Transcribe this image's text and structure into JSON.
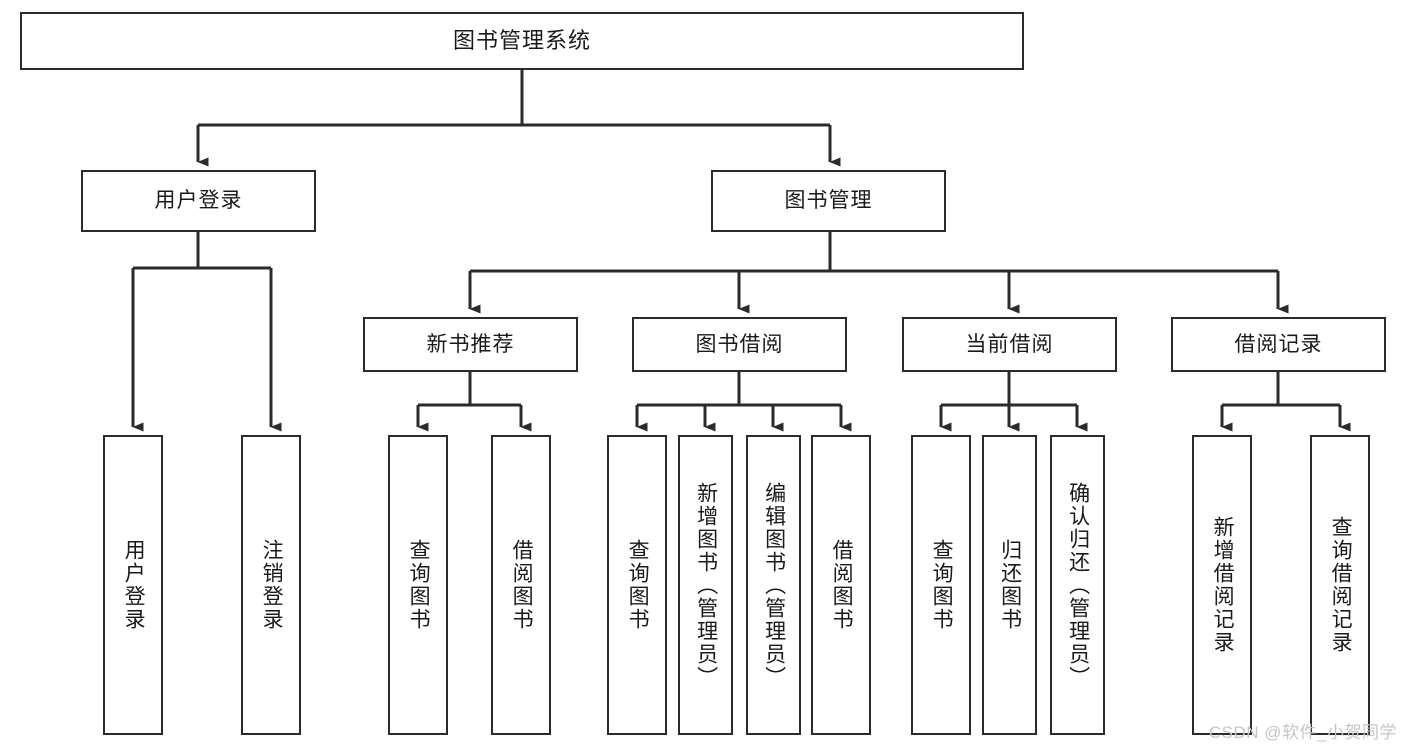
{
  "diagram": {
    "title": "图书管理系统",
    "watermark": "CSDN @软件_小贺同学",
    "colors": {
      "box_border": "#2b2b2b",
      "box_fill": "#ffffff",
      "line": "#2b2b2b",
      "text": "#1a1a1a",
      "watermark": "#c6c6c6",
      "background": "#ffffff"
    },
    "levels": [
      {
        "level": 1,
        "nodes": [
          "图书管理系统"
        ]
      },
      {
        "level": 2,
        "nodes": [
          "用户登录",
          "图书管理"
        ]
      },
      {
        "level": 3,
        "nodes": [
          "新书推荐",
          "图书借阅",
          "当前借阅",
          "借阅记录"
        ]
      },
      {
        "level": 4,
        "nodes": [
          "用户登录",
          "注销登录",
          "查询图书",
          "借阅图书",
          "查询图书",
          "新增图书（管理员）",
          "编辑图书（管理员）",
          "借阅图书",
          "查询图书",
          "归还图书",
          "确认归还（管理员）",
          "新增借阅记录",
          "查询借阅记录"
        ]
      }
    ],
    "nodes": {
      "root": {
        "label": "图书管理系统"
      },
      "user_login": {
        "label": "用户登录"
      },
      "book_manage": {
        "label": "图书管理"
      },
      "new_book_rec": {
        "label": "新书推荐"
      },
      "book_borrow": {
        "label": "图书借阅"
      },
      "current_borrow": {
        "label": "当前借阅"
      },
      "borrow_record": {
        "label": "借阅记录"
      },
      "leaf_user_login": {
        "label": "用户登录"
      },
      "leaf_logout": {
        "label": "注销登录"
      },
      "leaf_query_book_1": {
        "label": "查询图书"
      },
      "leaf_borrow_book_1": {
        "label": "借阅图书"
      },
      "leaf_query_book_2": {
        "label": "查询图书"
      },
      "leaf_add_book_admin": {
        "label": "新增图书（管理员）"
      },
      "leaf_edit_book_admin": {
        "label": "编辑图书（管理员）"
      },
      "leaf_borrow_book_2": {
        "label": "借阅图书"
      },
      "leaf_query_book_3": {
        "label": "查询图书"
      },
      "leaf_return_book": {
        "label": "归还图书"
      },
      "leaf_confirm_return_admin": {
        "label": "确认归还（管理员）"
      },
      "leaf_add_borrow_record": {
        "label": "新增借阅记录"
      },
      "leaf_query_borrow_record": {
        "label": "查询借阅记录"
      }
    },
    "edges": [
      {
        "from": "root",
        "to": "user_login"
      },
      {
        "from": "root",
        "to": "book_manage"
      },
      {
        "from": "user_login",
        "to": "leaf_user_login"
      },
      {
        "from": "user_login",
        "to": "leaf_logout"
      },
      {
        "from": "book_manage",
        "to": "new_book_rec"
      },
      {
        "from": "book_manage",
        "to": "book_borrow"
      },
      {
        "from": "book_manage",
        "to": "current_borrow"
      },
      {
        "from": "book_manage",
        "to": "borrow_record"
      },
      {
        "from": "new_book_rec",
        "to": "leaf_query_book_1"
      },
      {
        "from": "new_book_rec",
        "to": "leaf_borrow_book_1"
      },
      {
        "from": "book_borrow",
        "to": "leaf_query_book_2"
      },
      {
        "from": "book_borrow",
        "to": "leaf_add_book_admin"
      },
      {
        "from": "book_borrow",
        "to": "leaf_edit_book_admin"
      },
      {
        "from": "book_borrow",
        "to": "leaf_borrow_book_2"
      },
      {
        "from": "current_borrow",
        "to": "leaf_query_book_3"
      },
      {
        "from": "current_borrow",
        "to": "leaf_return_book"
      },
      {
        "from": "current_borrow",
        "to": "leaf_confirm_return_admin"
      },
      {
        "from": "borrow_record",
        "to": "leaf_add_borrow_record"
      },
      {
        "from": "borrow_record",
        "to": "leaf_query_borrow_record"
      }
    ]
  }
}
